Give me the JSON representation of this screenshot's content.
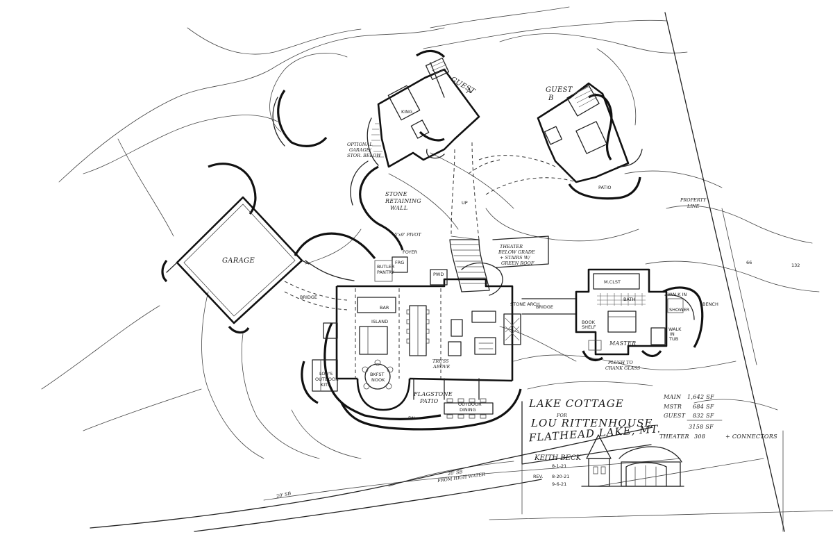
{
  "labels": {
    "garage": "GARAGE",
    "guest_a_1": "GUEST",
    "guest_a_2": "A",
    "guest_b_1": "GUEST",
    "guest_b_2": "B",
    "king": "KING",
    "optional_garage": "OPTIONAL",
    "optional_garage_2": "GARAGE/",
    "optional_garage_3": "STOR. BELOW",
    "stone_wall_1": "STONE",
    "stone_wall_2": "RETAINING",
    "stone_wall_3": "WALL",
    "pivot": "5'x9' PIVOT",
    "foyer": "FOYER",
    "theater_1": "THEATER",
    "theater_2": "BELOW GRADE",
    "theater_3": "+ STAIRS W/",
    "theater_4": "GREEN ROOF",
    "butler_1": "BUTLER",
    "butler_2": "PANTRY",
    "frg": "FRG",
    "pwd": "PWD",
    "bridge_left": "BRIDGE",
    "bridge_right": "BRIDGE",
    "stone_arch": "STONE ARCH",
    "bar": "BAR",
    "island": "ISLAND",
    "truss_above_1": "TRUSS",
    "truss_above_2": "ABOVE",
    "breakfast_1": "BKFST",
    "breakfast_2": "NOOK",
    "outdoor_kit_1": "LOU'S",
    "outdoor_kit_2": "OUTDOOR",
    "outdoor_kit_3": "KIT.",
    "flagstone_1": "FLAGSTONE",
    "flagstone_2": "PATIO",
    "outdoor_dining_1": "OUTDOOR",
    "outdoor_dining_2": "DINING",
    "m_closet": "M.CLST",
    "bath": "BATH",
    "walk_in": "WALK IN",
    "shower": "SHOWER",
    "bench": "BENCH",
    "book_shelf_1": "BOOK",
    "book_shelf_2": "SHELF",
    "master": "MASTER",
    "walk_tub_1": "WALK",
    "walk_tub_2": "IN",
    "walk_tub_3": "TUB",
    "flush_glass_1": "FLUSH TO",
    "flush_glass_2": "CRANK GLASS",
    "patio": "PATIO",
    "property_line_1": "PROPERTY",
    "property_line_2": "LINE",
    "setback_water_1": "20' SB",
    "setback_water_2": "FROM HIGH WATER",
    "setback_side": "20' SB",
    "dn": "DN",
    "up": "UP",
    "side_num_1": "66",
    "side_num_2": "132"
  },
  "title_block": {
    "line1": "LAKE COTTAGE",
    "line2": "FOR",
    "line3": "LOU RITTENHOUSE",
    "line4": "FLATHEAD LAKE, MT.",
    "designer": "KEITH BECK",
    "date1": "8-1-21",
    "rev_label": "REV.",
    "date2": "8-20-21",
    "date3": "9-6-21"
  },
  "areas": {
    "main_label": "MAIN",
    "main_value": "1,642 SF",
    "master_label": "MSTR",
    "master_value": "684 SF",
    "guest_label": "GUEST",
    "guest_value": "832 SF",
    "total_value": "3158 SF",
    "theater_label": "THEATER",
    "theater_value": "308",
    "connectors": "+ CONNECTORS"
  },
  "colors": {
    "paper": "#ffffff",
    "ink": "#1a1a1a"
  }
}
